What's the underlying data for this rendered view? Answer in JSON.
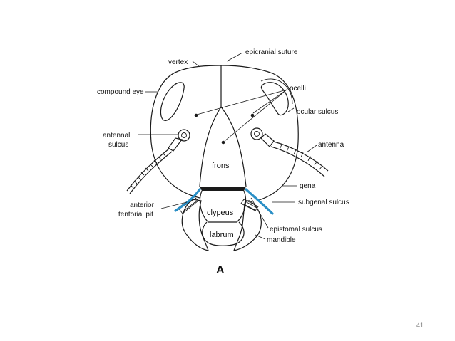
{
  "diagram": {
    "labels": {
      "epicranial_suture": "epicranial suture",
      "vertex": "vertex",
      "compound_eye": "compound eye",
      "ocelli": "ocelli",
      "ocular_sulcus": "ocular sulcus",
      "antennal_sulcus_line1": "antennal",
      "antennal_sulcus_line2": "sulcus",
      "antenna": "antenna",
      "frons": "frons",
      "gena": "gena",
      "subgenal_sulcus": "subgenal sulcus",
      "anterior_tentorial_pit_line1": "anterior",
      "anterior_tentorial_pit_line2": "tentorial pit",
      "clypeus": "clypeus",
      "epistomal_sulcus": "epistomal sulcus",
      "labrum": "labrum",
      "mandible": "mandible"
    },
    "figure_letter": "A",
    "colors": {
      "outline": "#1a1a1a",
      "sulcus_highlight": "#2a8fc6"
    }
  },
  "slide": {
    "page_number": "41"
  }
}
